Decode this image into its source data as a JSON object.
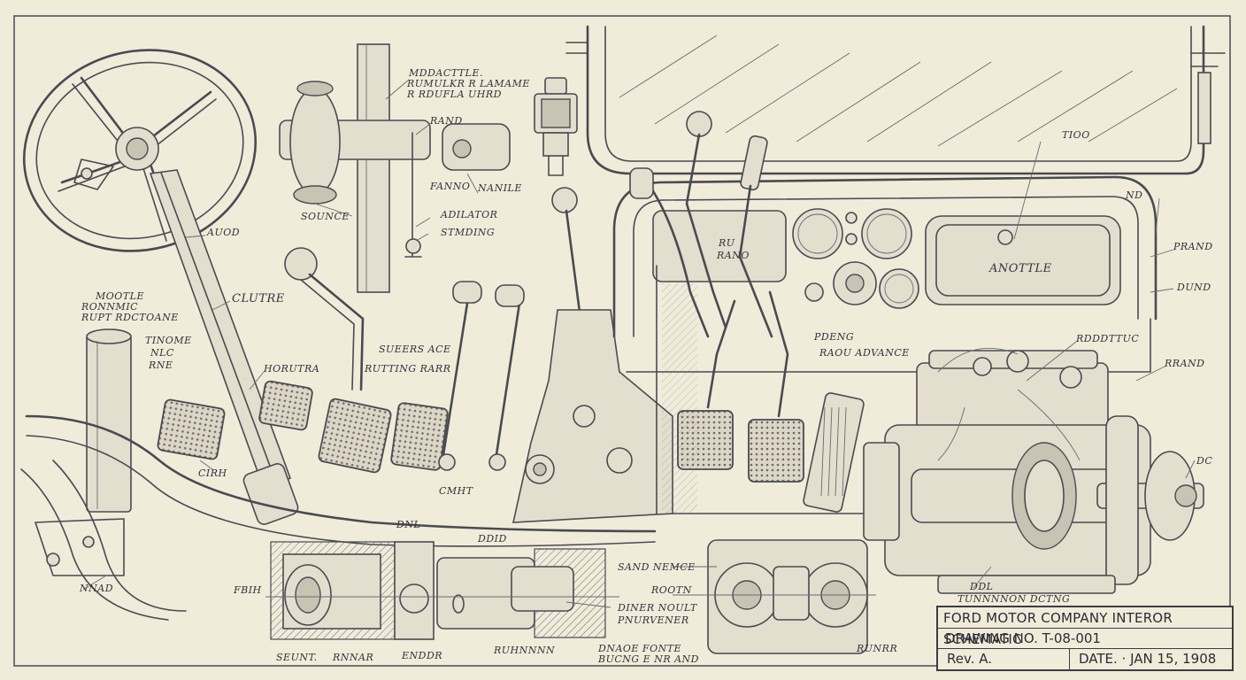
{
  "title_block": {
    "title": "FORD MOTOR COMPANY INTEROR SCHEMATIC",
    "drawing_no": "DRAWING NO. T-08-001",
    "revision": "Rev. A.",
    "date": "DATE. · JAN 15, 1908"
  },
  "callouts": {
    "throttle_top": "MDDACTTLE.",
    "throttle_top_2": "RUMULKR R LAMAME",
    "throttle_top_3": "R RDUFLA UHRD",
    "rand_1": "RAND",
    "fanno": "FANNO",
    "nanile": "NANILE",
    "sounce": "SOUNCE",
    "adilator": "ADILATOR",
    "stmding": "STMDING",
    "auod": "AUOD",
    "clutre": "CLUTRE",
    "mootle": "MOOTLE",
    "ronnanic": "RONNMIC",
    "rupt_rdctoane": "RUPT RDCTOANE",
    "tinome": "TINOME",
    "nlc": "NLC",
    "rne": "RNE",
    "horutra": "HORUTRA",
    "sueers_ace": "SUEERS ACE",
    "rutting_rarr": "RUTTING RARR",
    "cirh": "CIRH",
    "cmht": "CMHT",
    "dnl": "DNL",
    "ddid": "DDID",
    "nnad": "NNAD",
    "fbih": "FBIH",
    "seunt": "SEUNT.",
    "rnnar": "RNNAR",
    "enddr": "ENDDR",
    "ruhnnnn": "RUHNNNN",
    "sand_nemce": "SAND NEMCE",
    "rootn": "ROOTN",
    "diner_noult": "DINER NOULT",
    "pnurvener": "PNURVENER",
    "dnaoe_foot": "DNAOE FONTE",
    "bucng": "BUCNG E NR AND",
    "tioo": "TIOO",
    "nd": "ND",
    "prand": "PRAND",
    "dund": "DUND",
    "ru": "RU",
    "rano": "RANO",
    "anottle": "ANOTTLE",
    "pdeng": "PDENG",
    "raou_advance": "RAOU ADVANCE",
    "rdddttuc": "RDDDTTUC",
    "rrand": "RRAND",
    "dc": "DC",
    "ddl": "DDL",
    "tunnnnn": "TUNNNNON DCTNG",
    "runrr": "RUNRR"
  }
}
